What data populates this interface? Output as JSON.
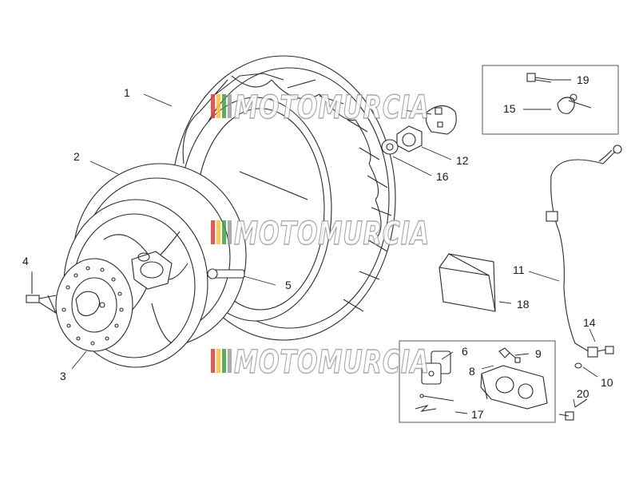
{
  "watermark": {
    "text": "MOTOMURCIA",
    "colors": [
      "#e53935",
      "#fbc02d",
      "#43a047",
      "#9e9e9e"
    ]
  },
  "callouts": {
    "c1": "1",
    "c2": "2",
    "c3": "3",
    "c4": "4",
    "c5": "5",
    "c6": "6",
    "c8": "8",
    "c9": "9",
    "c10": "10",
    "c11": "11",
    "c12": "12",
    "c14": "14",
    "c15": "15",
    "c16": "16",
    "c17": "17",
    "c18": "18",
    "c19": "19",
    "c20": "20"
  }
}
